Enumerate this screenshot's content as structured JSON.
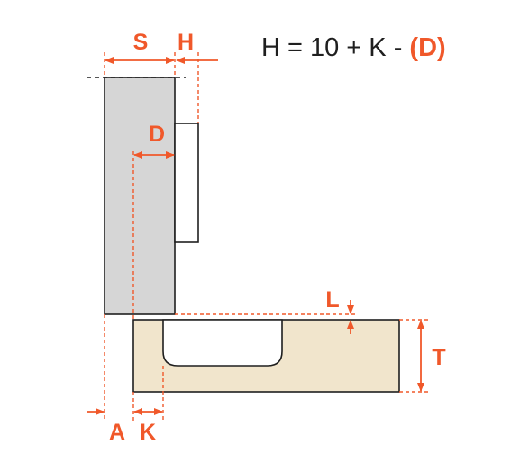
{
  "colors": {
    "accent": "#f0582a",
    "outline": "#1f1f1f",
    "door": "#d6d6d6",
    "panel": "#f1e5cc",
    "background": "#ffffff"
  },
  "formula": {
    "left": "H = 10 + K - ",
    "highlight": "(D)"
  },
  "labels": {
    "s": "S",
    "h": "H",
    "d": "D",
    "l": "L",
    "t": "T",
    "a": "A",
    "k": "K"
  }
}
